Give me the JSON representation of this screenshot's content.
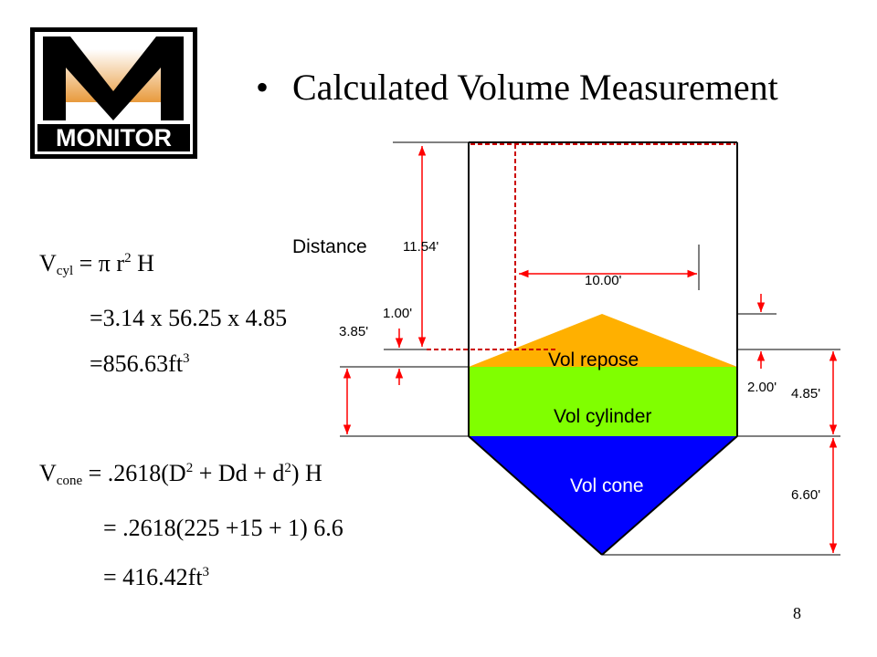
{
  "logo": {
    "text": "MONITOR",
    "brand_color": "#000000",
    "accent_color": "#e89a3c"
  },
  "slide": {
    "title": "Calculated Volume Measurement",
    "page_number": "8"
  },
  "equations": {
    "cyl_V": "V",
    "cyl_sub": "cyl",
    "cyl_eq_a": " =  π r",
    "cyl_exp": "2",
    "cyl_eq_b": " H",
    "cyl_line2": "=3.14 x 56.25 x 4.85",
    "cyl_line3": "=856.63ft",
    "cyl_line3_exp": "3",
    "cone_V": "V",
    "cone_sub": "cone",
    "cone_eq_a": " = .2618(D",
    "cone_exp1": "2",
    "cone_eq_b": " + Dd + d",
    "cone_exp2": "2",
    "cone_eq_c": ") H",
    "cone_line2": "= .2618(225 +15 + 1) 6.6",
    "cone_line3": "= 416.42ft",
    "cone_line3_exp": "3"
  },
  "diagram": {
    "labels": {
      "distance": "Distance",
      "vol_repose": "Vol repose",
      "vol_cylinder": "Vol cylinder",
      "vol_cone": "Vol cone"
    },
    "dimensions": {
      "distance_height": "11.54'",
      "diameter": "10.00'",
      "repose_left": "1.00'",
      "left_total": "3.85'",
      "cylinder_fill": "2.00'",
      "cylinder_total": "4.85'",
      "cone_height": "6.60'"
    },
    "colors": {
      "repose": "#ffb000",
      "cylinder": "#80ff00",
      "cone": "#0000ff",
      "dimension_arrows": "#ff0000",
      "dashed_line": "#cc0000"
    }
  }
}
